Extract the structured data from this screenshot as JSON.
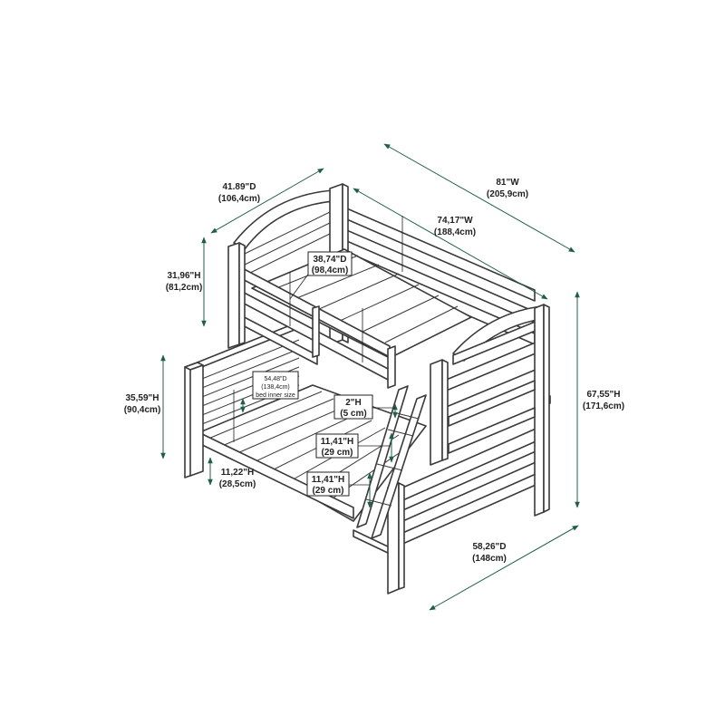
{
  "colors": {
    "line": "#3a3a3a",
    "dimension": "#1f5f4a",
    "text": "#222222"
  },
  "dimensions": {
    "top_depth": {
      "imperial": "41.89\"D",
      "metric": "(106,4cm)"
    },
    "overall_width": {
      "imperial": "81\"W",
      "metric": "(205,9cm)"
    },
    "top_inner_width": {
      "imperial": "74,17\"W",
      "metric": "(188,4cm)"
    },
    "top_inner_depth": {
      "imperial": "38,74\"D",
      "metric": "(98,4cm)"
    },
    "top_guard_height": {
      "imperial": "31,96\"H",
      "metric": "(81,2cm)"
    },
    "bottom_inner_depth": {
      "imperial": "54,48\"D",
      "metric": "(138,4cm)",
      "note": "bed inner size"
    },
    "bottom_clearance": {
      "imperial": "35,59\"H",
      "metric": "(90,4cm)"
    },
    "ladder_step": {
      "imperial": "2\"H",
      "metric": "(5 cm)"
    },
    "ladder_gap_upper": {
      "imperial": "11,41\"H",
      "metric": "(29 cm)"
    },
    "ladder_gap_lower": {
      "imperial": "11,41\"H",
      "metric": "(29 cm)"
    },
    "floor_clearance": {
      "imperial": "11,22\"H",
      "metric": "(28,5cm)"
    },
    "overall_height": {
      "imperial": "67,55\"H",
      "metric": "(171,6cm)"
    },
    "overall_depth": {
      "imperial": "58,26\"D",
      "metric": "(148cm)"
    }
  }
}
